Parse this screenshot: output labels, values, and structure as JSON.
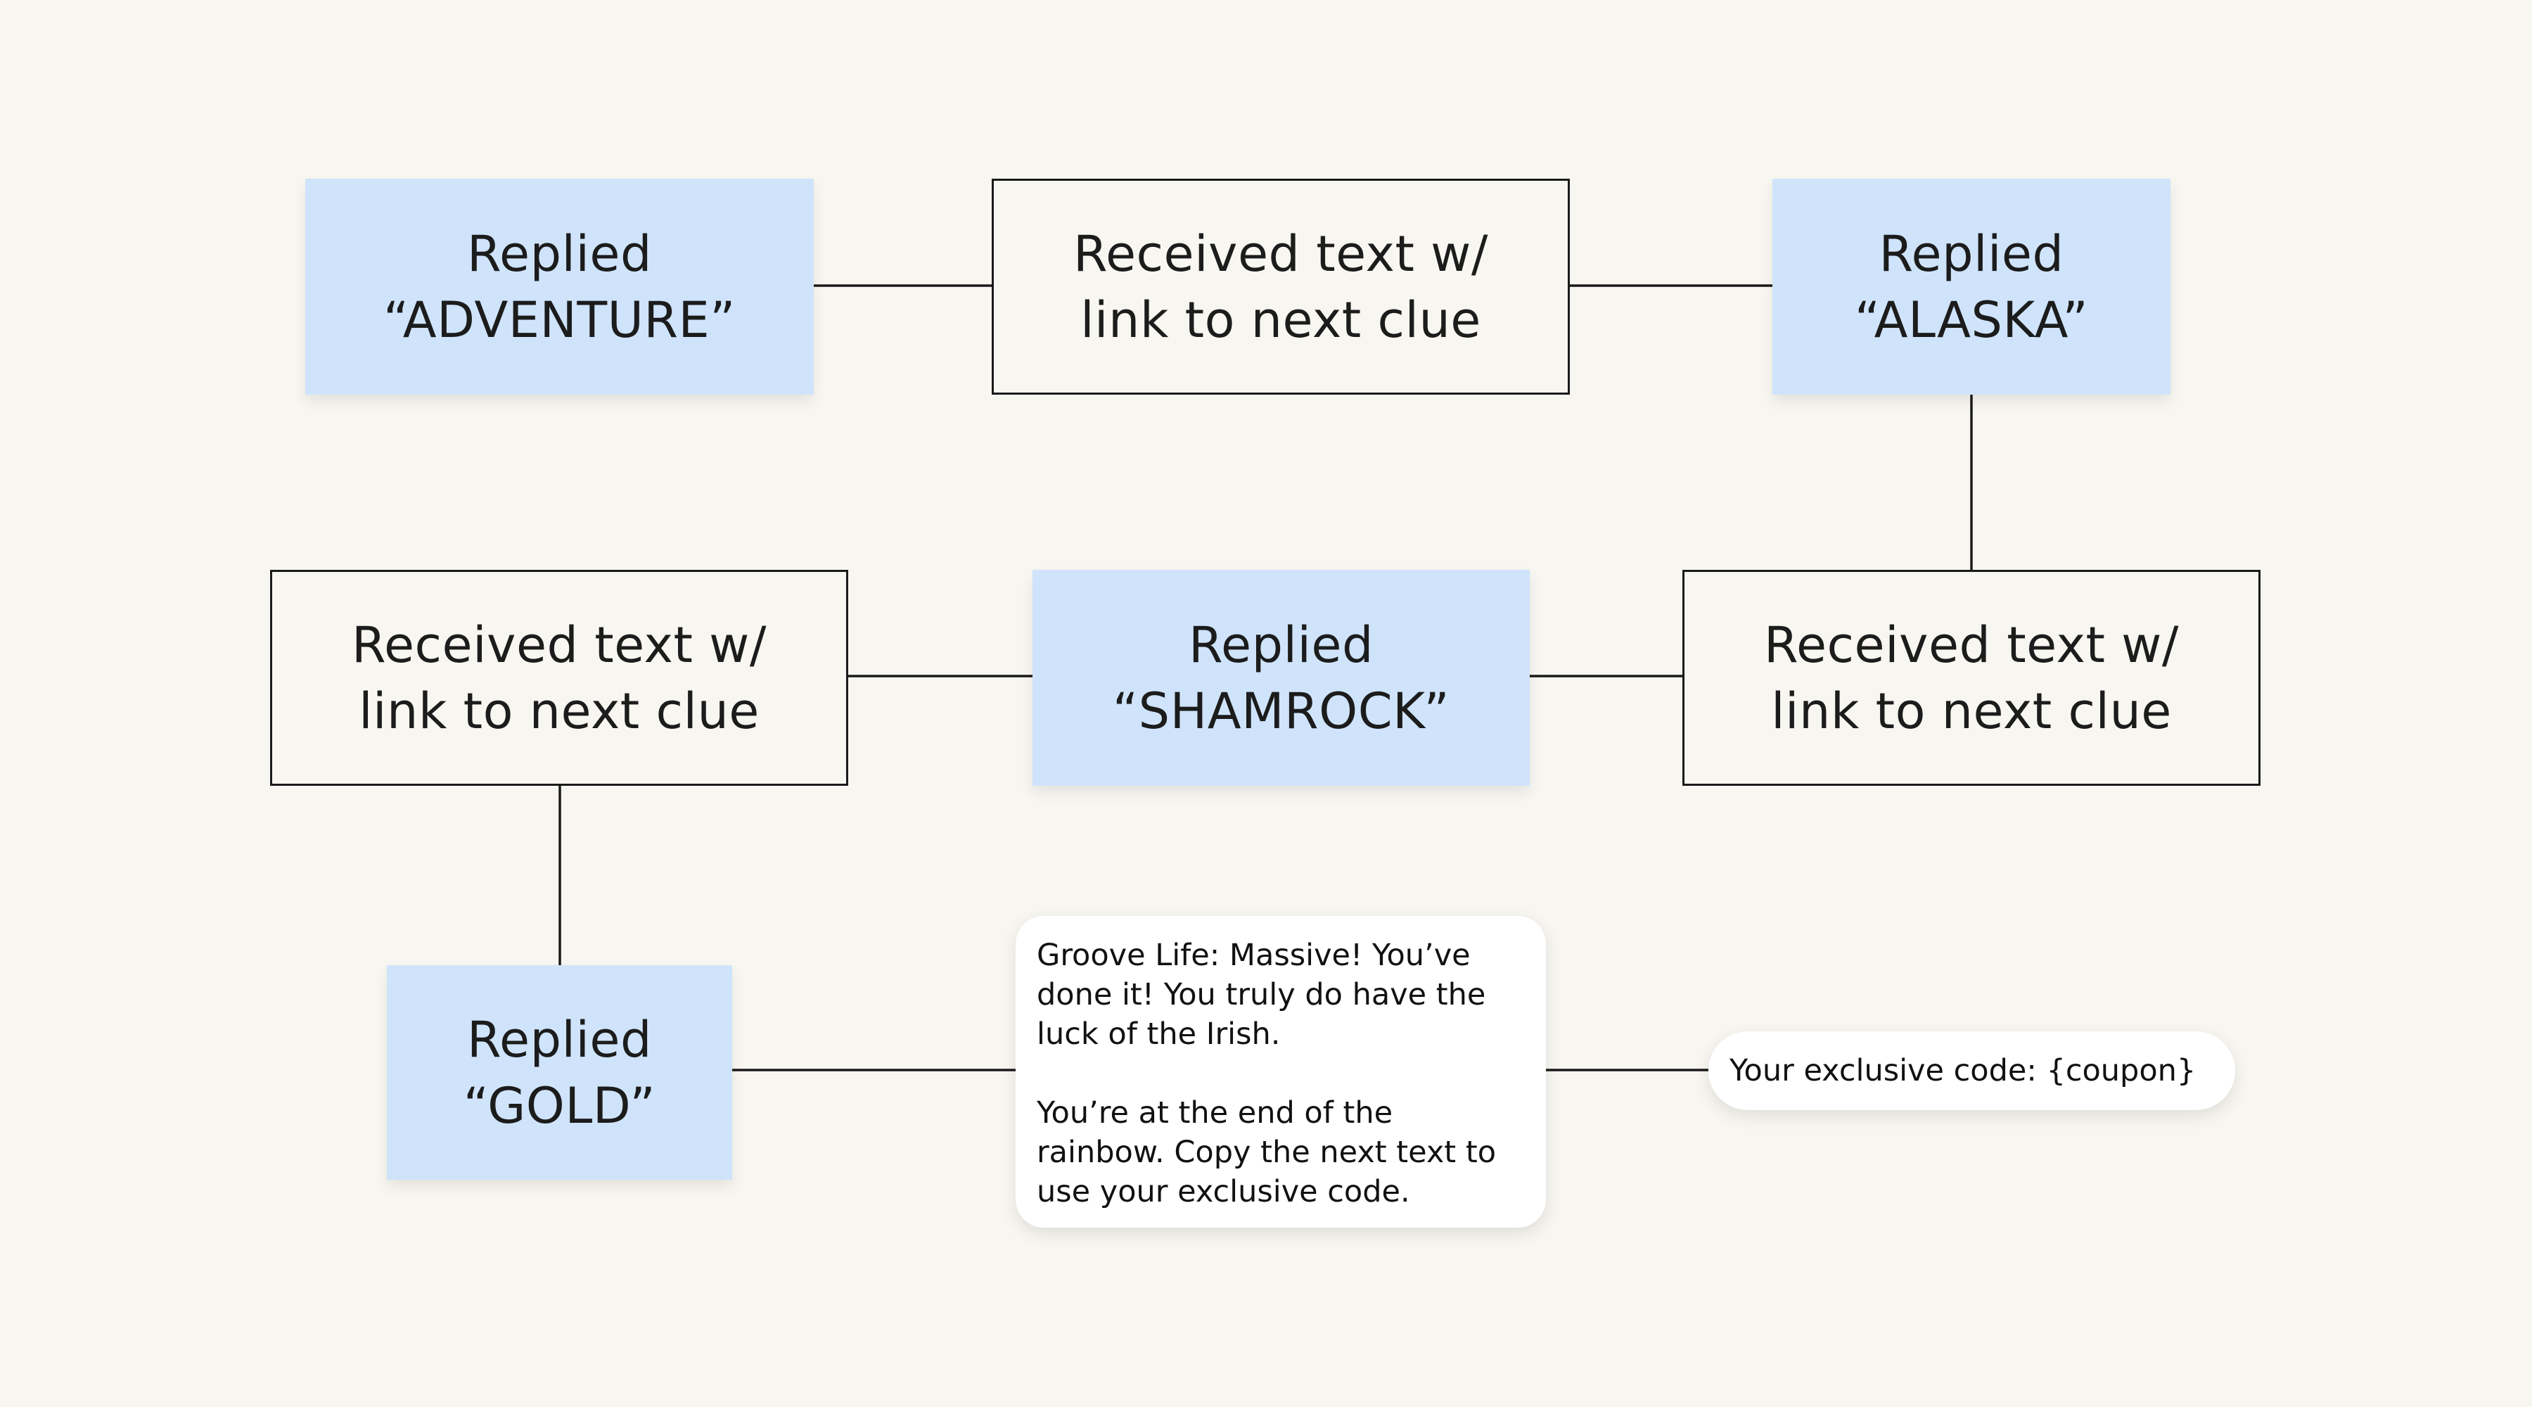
{
  "flow": {
    "step1": {
      "lines": [
        "Replied",
        "“ADVENTURE”"
      ]
    },
    "step2": {
      "lines": [
        "Received text w/",
        "link to next clue"
      ]
    },
    "step3": {
      "lines": [
        "Replied",
        "“ALASKA”"
      ]
    },
    "step4": {
      "lines": [
        "Received text w/",
        "link to next clue"
      ]
    },
    "step5": {
      "lines": [
        "Replied",
        "“SHAMROCK”"
      ]
    },
    "step6": {
      "lines": [
        "Received text w/",
        "link to next clue"
      ]
    },
    "step7": {
      "lines": [
        "Replied",
        "“GOLD”"
      ]
    }
  },
  "final_message": {
    "paragraphs": [
      "Groove Life: Massive! You’ve done it! You truly do have the luck of the Irish.",
      "You’re at the end of the rainbow. Copy the next text to use your exclusive code."
    ]
  },
  "coupon_message": {
    "text": "Your exclusive code: {coupon}"
  },
  "colors": {
    "background": "#f8f6f0",
    "reply_fill": "#cfe4fb",
    "line": "#1a1a1a",
    "bubble": "#ffffff"
  }
}
